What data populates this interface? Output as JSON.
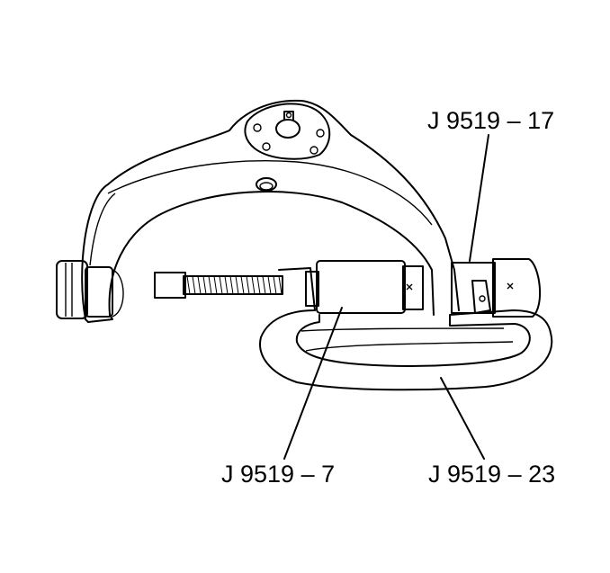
{
  "callouts": {
    "top_right": "J 9519 – 17",
    "bottom_left": "J 9519 – 7",
    "bottom_right": "J 9519 – 23"
  },
  "colors": {
    "stroke": "#000000",
    "tool_shade": "#d9d9d9",
    "background": "#ffffff"
  }
}
